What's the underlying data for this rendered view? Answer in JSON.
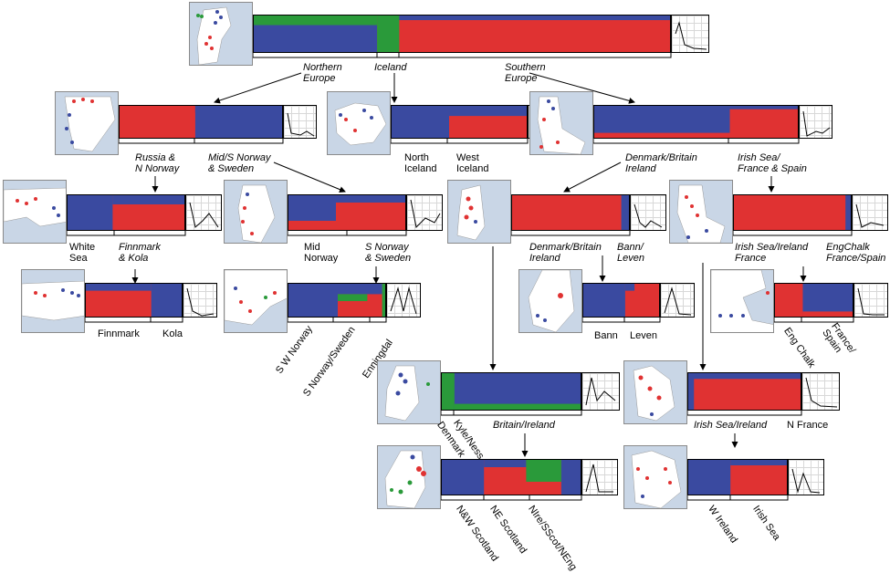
{
  "colors": {
    "red": "#e03232",
    "blue": "#3a4aa0",
    "green": "#2a9a3a",
    "land": "#ffffff",
    "sea": "#c9d6e6"
  },
  "labels": {
    "northern_europe": "Northern\nEurope",
    "iceland": "Iceland",
    "southern_europe": "Southern\nEurope",
    "russia_n_norway": "Russia &\nN Norway",
    "mid_s_norway_sweden": "Mid/S Norway\n& Sweden",
    "north_iceland": "North\nIceland",
    "west_iceland": "West\nIceland",
    "denmark_britain_ireland": "Denmark/Britain\nIreland",
    "irish_sea_france_spain": "Irish Sea/\nFrance & Spain",
    "white_sea": "White\nSea",
    "finnmark_kola": "Finnmark\n& Kola",
    "mid_norway": "Mid\nNorway",
    "s_norway_sweden": "S Norway\n& Sweden",
    "denmark_britain_ireland_2": "Denmark/Britain\nIreland",
    "bann_leven": "Bann/\nLeven",
    "irish_sea_ireland_france": "Irish Sea/Ireland\nFrance",
    "engchalk_france_spain": "EngChalk\nFrance/Spain",
    "finnmark": "Finnmark",
    "kola": "Kola",
    "sw_norway": "S W Norway",
    "s_norway_sweden_2": "S Norway/Sweden",
    "enningdal": "Enningdal",
    "bann": "Bann",
    "leven": "Leven",
    "eng_chalk": "Eng Chalk",
    "france_spain": "France/\nSpain",
    "denmark": "Denmark",
    "kyle_ness": "Kyle/Ness",
    "britain_ireland": "Britain/Ireland",
    "irish_sea_ireland_2": "Irish Sea/Ireland",
    "n_france": "N France",
    "nw_scotland": "N&W Scotland",
    "ne_scotland": "NE Scotland",
    "nire_sscot_neng": "NIre/SScot/NEng",
    "w_ireland": "W Ireland",
    "irish_sea": "Irish Sea"
  }
}
